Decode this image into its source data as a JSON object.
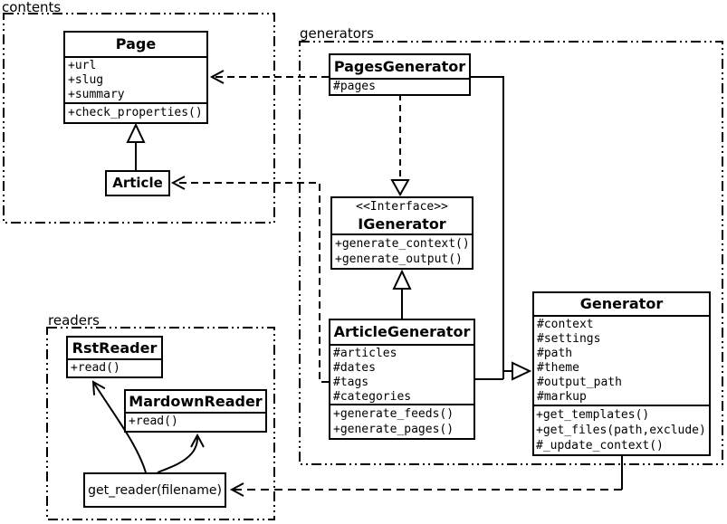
{
  "diagram_type": "uml-class-diagram",
  "colors": {
    "background": "#ffffff",
    "line": "#000000",
    "box_fill": "#ffffff",
    "text": "#000000"
  },
  "packages": {
    "contents": {
      "label": "contents"
    },
    "generators": {
      "label": "generators"
    },
    "readers": {
      "label": "readers"
    }
  },
  "classes": {
    "page": {
      "name": "Page",
      "attributes": [
        "+url",
        "+slug",
        "+summary"
      ],
      "methods": [
        "+check_properties()"
      ]
    },
    "article": {
      "name": "Article"
    },
    "pages_generator": {
      "name": "PagesGenerator",
      "attributes": [
        "#pages"
      ]
    },
    "igenerator": {
      "stereotype": "<<Interface>>",
      "name": "IGenerator",
      "methods": [
        "+generate_context()",
        "+generate_output()"
      ]
    },
    "article_generator": {
      "name": "ArticleGenerator",
      "attributes": [
        "#articles",
        "#dates",
        "#tags",
        "#categories"
      ],
      "methods": [
        "+generate_feeds()",
        "+generate_pages()"
      ]
    },
    "generator": {
      "name": "Generator",
      "attributes": [
        "#context",
        "#settings",
        "#path",
        "#theme",
        "#output_path",
        "#markup"
      ],
      "methods": [
        "+get_templates()",
        "+get_files(path,exclude)",
        "#_update_context()"
      ]
    },
    "rst_reader": {
      "name": "RstReader",
      "methods": [
        "+read()"
      ]
    },
    "mardown_reader": {
      "name": "MardownReader",
      "methods": [
        "+read()"
      ]
    }
  },
  "functions": {
    "get_reader": {
      "label": "get_reader(filename)"
    }
  },
  "relationships": [
    {
      "type": "generalization",
      "from": "Article",
      "to": "Page"
    },
    {
      "type": "dependency",
      "from": "PagesGenerator",
      "to": "Page"
    },
    {
      "type": "dependency",
      "from": "ArticleGenerator",
      "to": "Article"
    },
    {
      "type": "realization",
      "from": "PagesGenerator",
      "to": "IGenerator"
    },
    {
      "type": "generalization",
      "from": "ArticleGenerator",
      "to": "IGenerator"
    },
    {
      "type": "generalization",
      "from": "PagesGenerator",
      "to": "Generator"
    },
    {
      "type": "generalization",
      "from": "ArticleGenerator",
      "to": "Generator"
    },
    {
      "type": "dependency",
      "from": "Generator",
      "to": "get_reader"
    },
    {
      "type": "call-arrow",
      "from": "get_reader",
      "to": "RstReader"
    },
    {
      "type": "call-arrow",
      "from": "get_reader",
      "to": "MardownReader"
    }
  ]
}
